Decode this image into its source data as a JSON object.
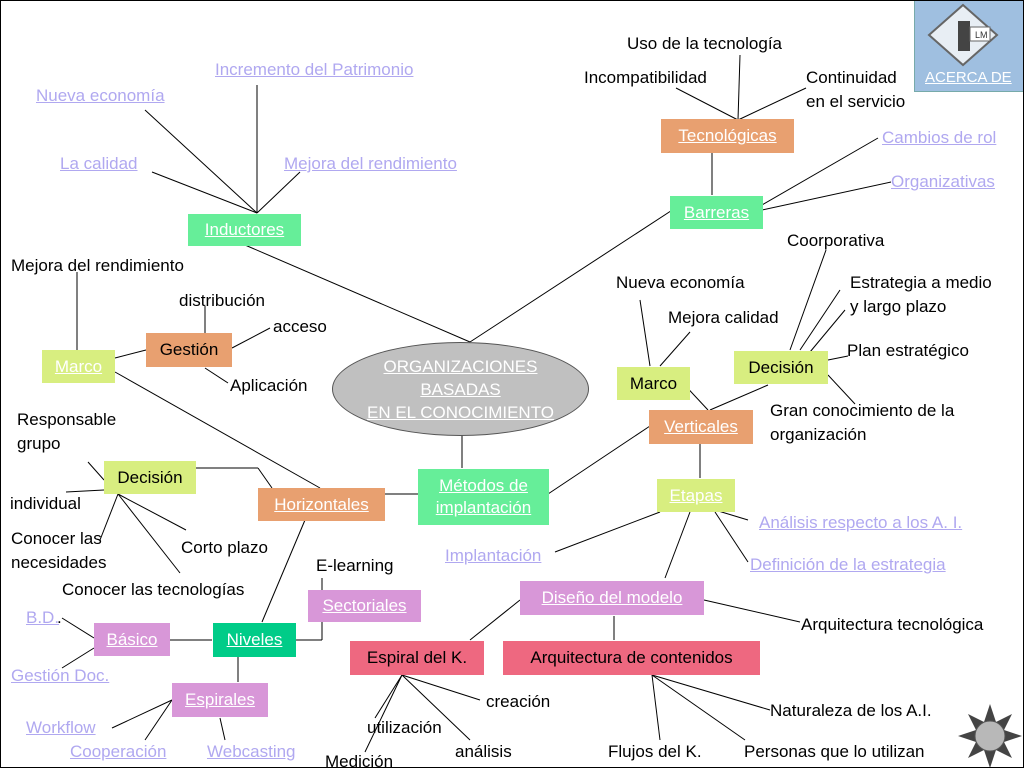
{
  "center": {
    "line1": "ORGANIZACIONES",
    "line2": "BASADAS",
    "line3": "EN EL CONOCIMIENTO"
  },
  "about": {
    "label": "ACERCA DE",
    "logo_text": "LM"
  },
  "inductores": {
    "label": "Inductores",
    "items": [
      "Incremento del Patrimonio",
      "Nueva economía",
      "La calidad",
      "Mejora del rendimiento"
    ]
  },
  "barreras": {
    "label": "Barreras",
    "tecnologicas": "Tecnológicas",
    "tech_items": [
      "Uso de la tecnología",
      "Incompatibilidad",
      "Continuidad",
      "en el servicio"
    ],
    "items": [
      "Cambios de rol",
      "Organizativas"
    ]
  },
  "marco_left": {
    "label": "Marco",
    "top_text": "Mejora del rendimiento",
    "gestion": "Gestión",
    "gestion_items": [
      "distribución",
      "acceso",
      "Aplicación"
    ]
  },
  "metodos": {
    "line1": "Métodos de",
    "line2": "implantación"
  },
  "horizontales": {
    "label": "Horizontales",
    "decision": "Decisión",
    "decision_items": [
      "Responsable",
      "grupo",
      "individual",
      "Conocer las",
      "necesidades",
      "Corto plazo",
      "Conocer las tecnologías"
    ]
  },
  "niveles": {
    "label": "Niveles",
    "sectoriales": "Sectoriales",
    "elearning": "E-learning",
    "basico": "Básico",
    "basico_items": [
      "B.D.",
      "Gestión Doc."
    ],
    "bd_dot": ".",
    "espirales": "Espirales",
    "espirales_items": [
      "Workflow",
      "Cooperación",
      "Webcasting"
    ]
  },
  "verticales": {
    "label": "Verticales",
    "marco": "Marco",
    "marco_items": [
      "Nueva economía",
      "Mejora calidad"
    ],
    "decision": "Decisión",
    "decision_items": [
      "Coorporativa",
      "Estrategia a medio",
      "y largo plazo",
      "Plan estratégico",
      "Gran conocimiento de la",
      "organización"
    ],
    "etapas": "Etapas",
    "etapas_items": [
      "Análisis respecto a los A. I.",
      "Definición de la estrategia",
      "Implantación"
    ]
  },
  "diseno": {
    "label": "Diseño del modelo",
    "arq_tec": "Arquitectura tecnológica",
    "espiral": "Espiral del K.",
    "espiral_items": [
      "creación",
      "utilización",
      "análisis",
      "Medición"
    ],
    "arq_cont": "Arquitectura de contenidos",
    "arq_items": [
      "Naturaleza de los A.I.",
      "Flujos del K.",
      "Personas que lo utilizan"
    ]
  }
}
